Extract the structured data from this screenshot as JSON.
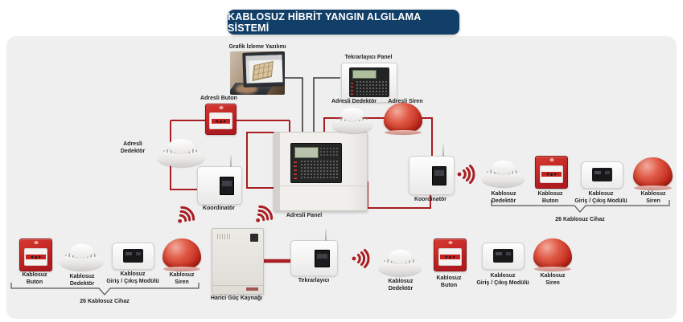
{
  "title": "KABLOSUZ HİBRİT YANGIN ALGILAMA SİSTEMİ",
  "labels": {
    "grafik_izleme": "Grafik İzleme Yazılımı",
    "tekrarlayici_panel": "Tekrarlayıcı Panel",
    "adresli_buton": "Adresli Buton",
    "adresli_dedektor": "Adresli Dedektör",
    "adresli_siren": "Adresli Siren",
    "adresli_panel": "Adresli Panel",
    "koordinator": "Koordinatör",
    "harici_guc_kaynagi": "Harici Güç Kaynağı",
    "tekrarlayici": "Tekrarlayıcı",
    "kablosuz_buton": "Kablosuz\nButon",
    "kablosuz_dedektor": "Kablosuz\nDedektör",
    "kablosuz_giris_cikis_modulu": "Kablosuz\nGiriş / Çıkış Modülü",
    "kablosuz_siren": "Kablosuz\nSiren",
    "device_count": "26 Kablosuz Cihaz"
  },
  "icons": {
    "wireless_signal": "radio-waves",
    "flame": "flame-mark"
  },
  "colors": {
    "banner_bg": "#123f68",
    "banner_text": "#ffffff",
    "wired_loop_line": "#a81e22",
    "data_line": "#3a3a3a",
    "alarm_red": "#c4161c",
    "diagram_background": "#efeff0",
    "label_text": "#232323"
  }
}
